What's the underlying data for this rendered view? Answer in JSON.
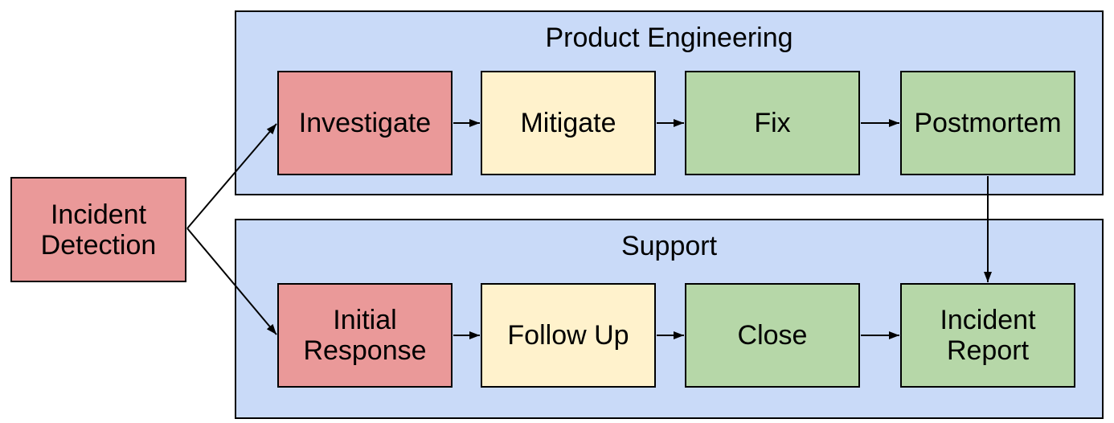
{
  "diagram": {
    "title_semantics": "Incident handling flow across Product Engineering and Support",
    "colors": {
      "lane_fill": "#c9daf8",
      "red": "#ea9999",
      "yellow": "#fff2cc",
      "green": "#b6d7a8",
      "border": "#000000",
      "arrow": "#000000",
      "background": "#ffffff"
    },
    "source_node": {
      "label": "Incident\nDetection",
      "color_key": "red"
    },
    "lanes": [
      {
        "title": "Product Engineering",
        "steps": [
          {
            "label": "Investigate",
            "color_key": "red"
          },
          {
            "label": "Mitigate",
            "color_key": "yellow"
          },
          {
            "label": "Fix",
            "color_key": "green"
          },
          {
            "label": "Postmortem",
            "color_key": "green"
          }
        ]
      },
      {
        "title": "Support",
        "steps": [
          {
            "label": "Initial\nResponse",
            "color_key": "red"
          },
          {
            "label": "Follow Up",
            "color_key": "yellow"
          },
          {
            "label": "Close",
            "color_key": "green"
          },
          {
            "label": "Incident\nReport",
            "color_key": "green"
          }
        ]
      }
    ],
    "edges": [
      {
        "from": "Incident Detection",
        "to": "Investigate"
      },
      {
        "from": "Incident Detection",
        "to": "Initial Response"
      },
      {
        "from": "Investigate",
        "to": "Mitigate"
      },
      {
        "from": "Mitigate",
        "to": "Fix"
      },
      {
        "from": "Fix",
        "to": "Postmortem"
      },
      {
        "from": "Postmortem",
        "to": "Incident Report"
      },
      {
        "from": "Initial Response",
        "to": "Follow Up"
      },
      {
        "from": "Follow Up",
        "to": "Close"
      },
      {
        "from": "Close",
        "to": "Incident Report"
      }
    ]
  }
}
